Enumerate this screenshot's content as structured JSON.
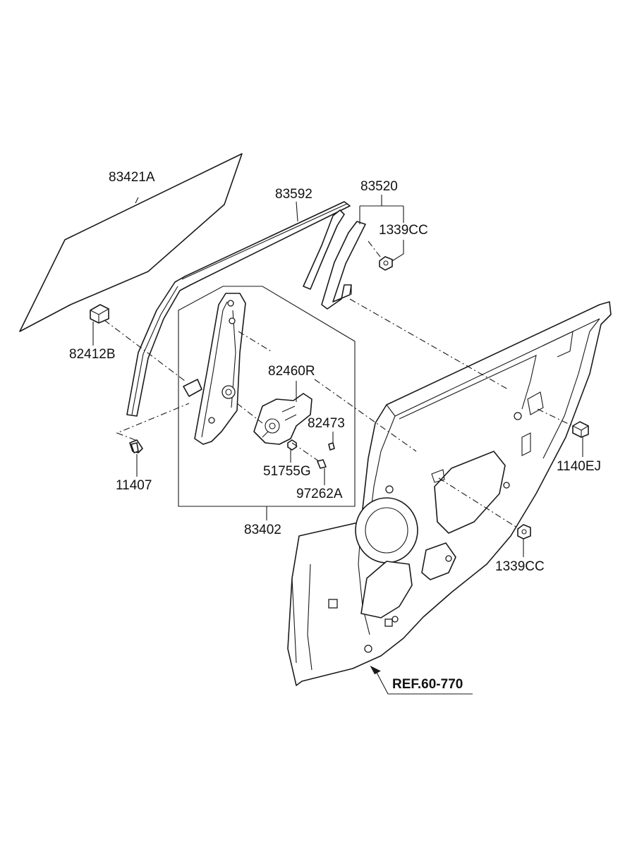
{
  "diagram": {
    "labels": {
      "glass": "83421A",
      "run_channel": "83592",
      "delta_sash": "83520",
      "nut_top": "1339CC",
      "glass_holder": "82412B",
      "bolt_left": "11407",
      "motor": "82460R",
      "pin": "82473",
      "grommet": "51755G",
      "screw": "97262A",
      "regulator_assy": "83402",
      "bolt_right": "1140EJ",
      "nut_bottom": "1339CC",
      "reference": "REF.60-770"
    }
  }
}
